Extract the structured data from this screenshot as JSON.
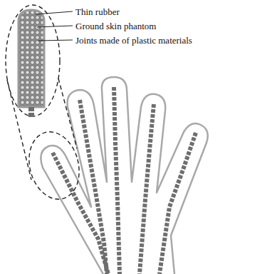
{
  "diagram": {
    "labels": [
      "Thin rubber",
      "Ground skin phantom",
      "Joints made of plastic materials"
    ]
  }
}
